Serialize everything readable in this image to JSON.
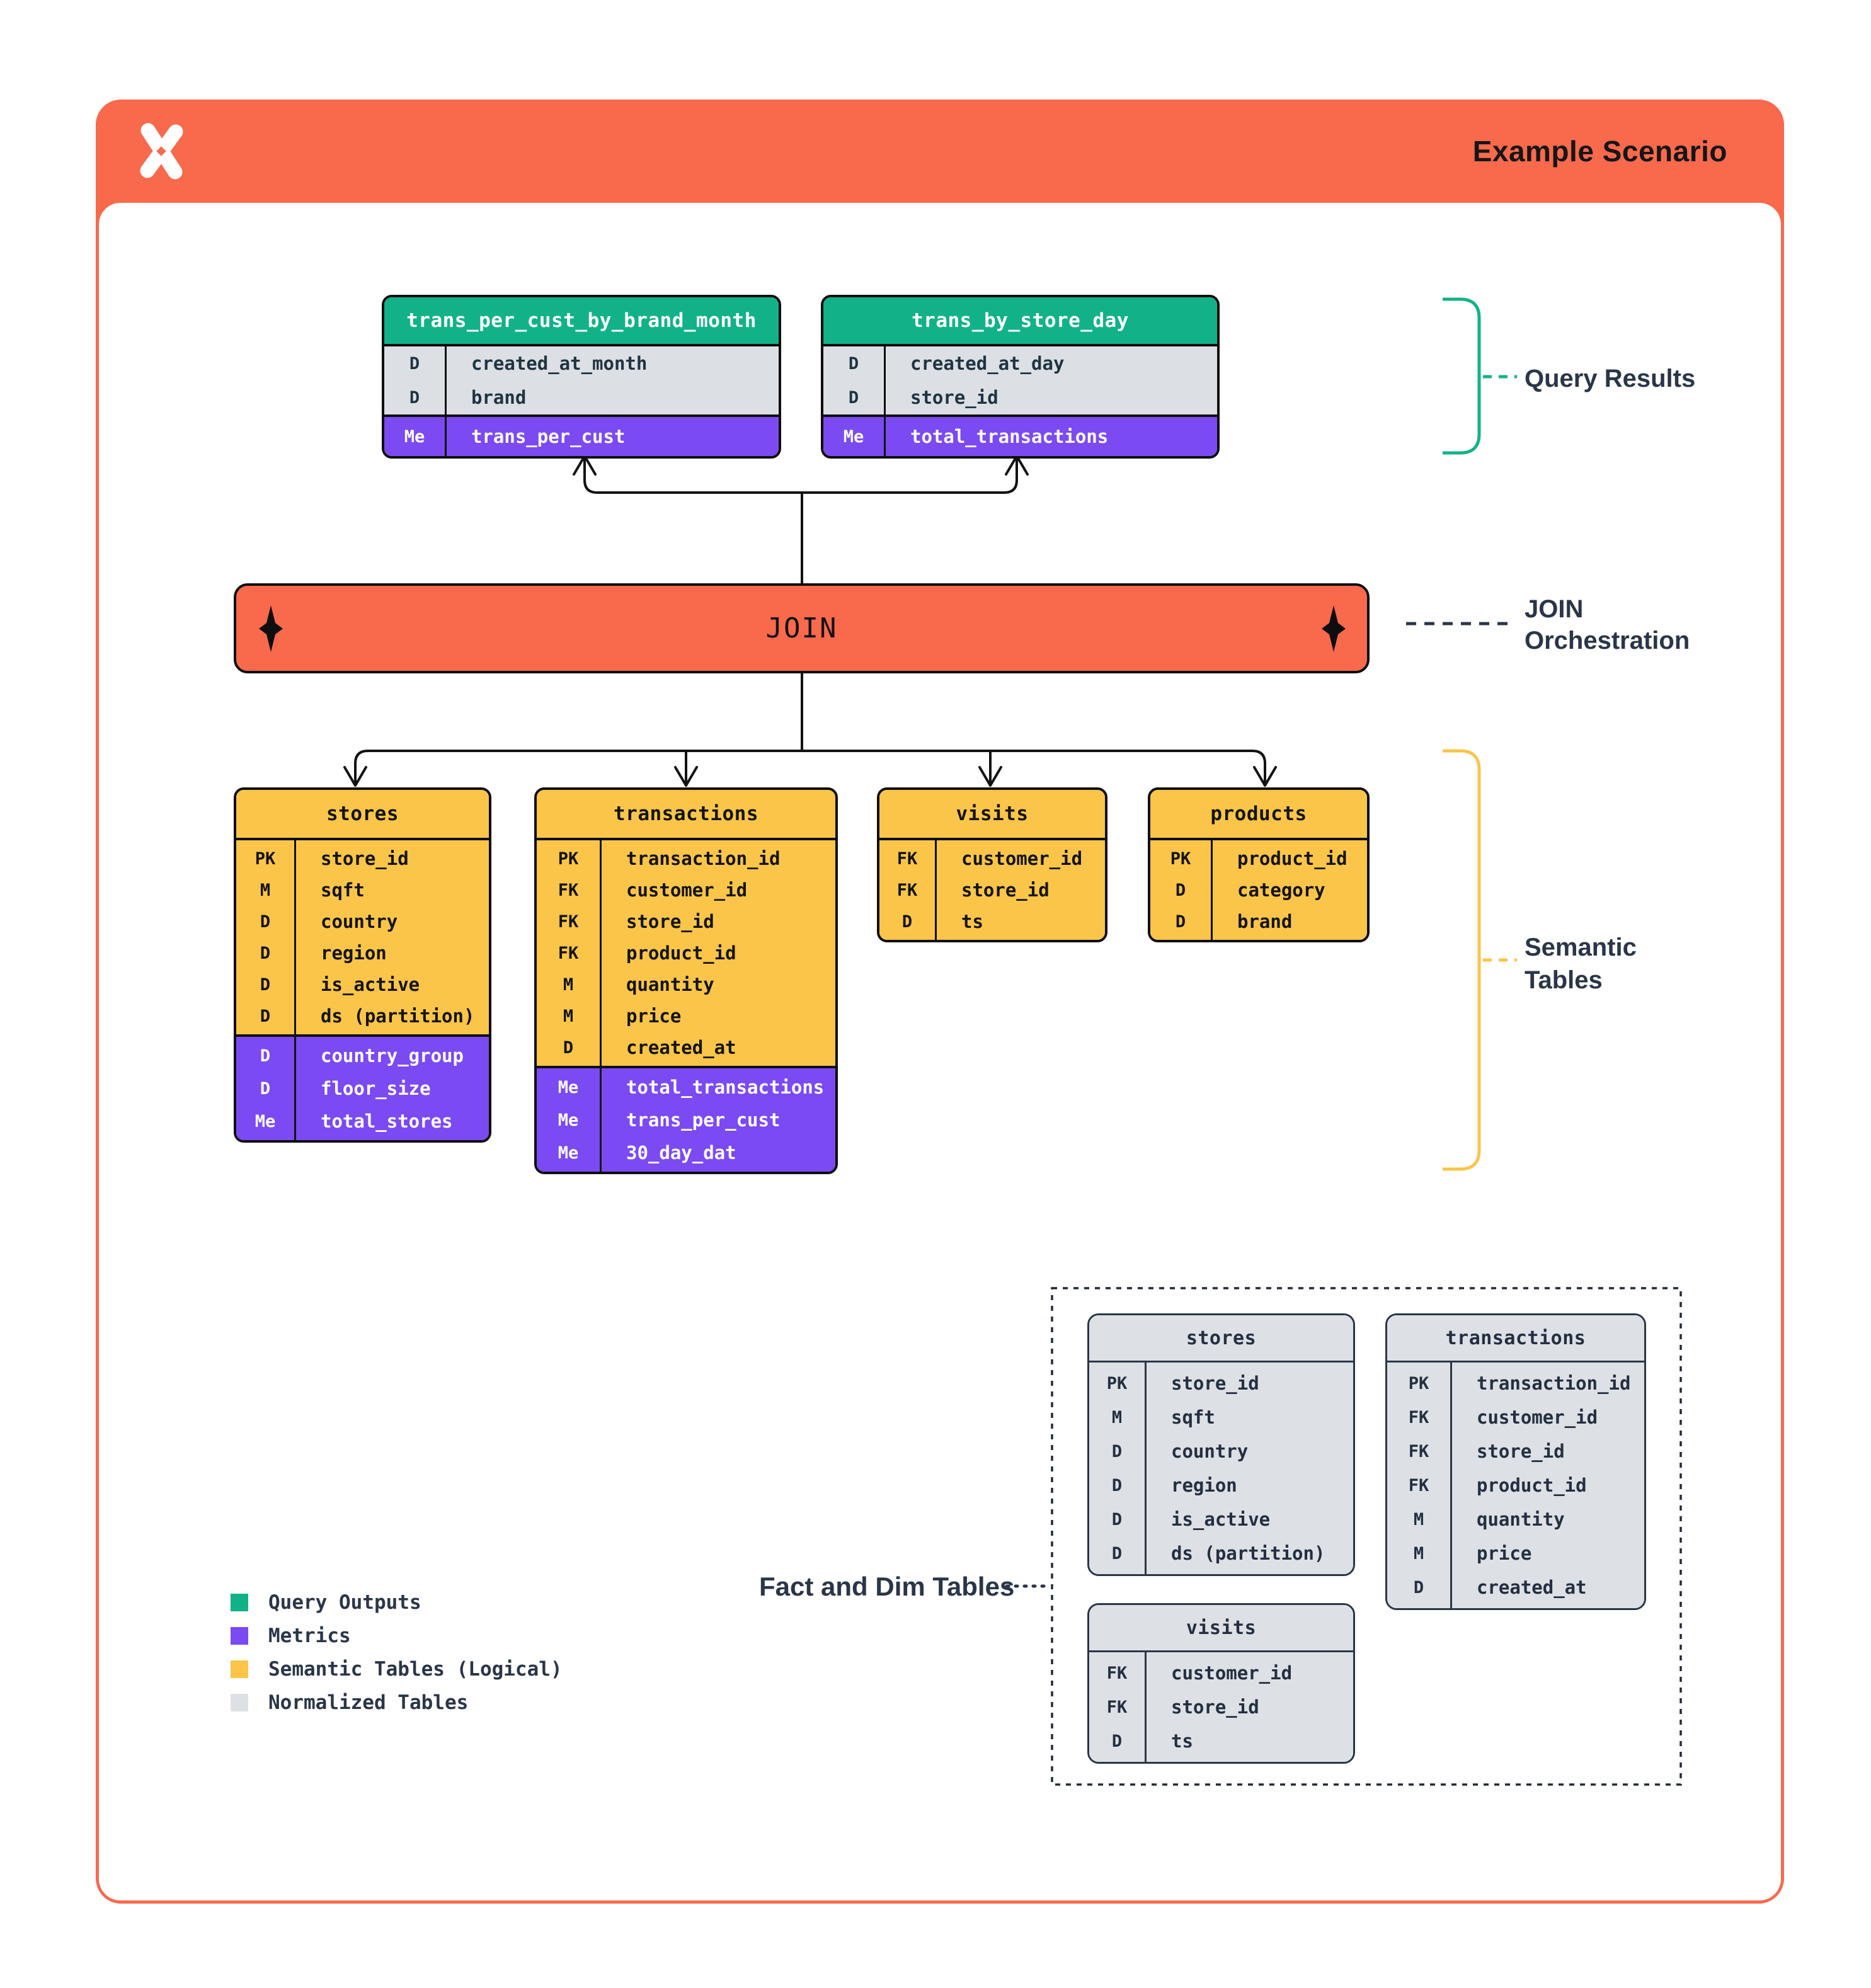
{
  "title": "Example Scenario",
  "join": {
    "label": "JOIN"
  },
  "annotations": {
    "query_results": "Query Results",
    "join_l1": "JOIN",
    "join_l2": "Orchestration",
    "semantic_l1": "Semantic",
    "semantic_l2": "Tables",
    "fact_dim": "Fact and Dim Tables"
  },
  "query_tables": [
    {
      "name": "trans_per_cust_by_brand_month",
      "cols": [
        {
          "k": "D",
          "v": "created_at_month"
        },
        {
          "k": "D",
          "v": "brand"
        }
      ],
      "metrics": [
        {
          "k": "Me",
          "v": "trans_per_cust"
        }
      ]
    },
    {
      "name": "trans_by_store_day",
      "cols": [
        {
          "k": "D",
          "v": "created_at_day"
        },
        {
          "k": "D",
          "v": "store_id"
        }
      ],
      "metrics": [
        {
          "k": "Me",
          "v": "total_transactions"
        }
      ]
    }
  ],
  "semantic_tables": [
    {
      "name": "stores",
      "cols": [
        {
          "k": "PK",
          "v": "store_id"
        },
        {
          "k": "M",
          "v": "sqft"
        },
        {
          "k": "D",
          "v": "country"
        },
        {
          "k": "D",
          "v": "region"
        },
        {
          "k": "D",
          "v": "is_active"
        },
        {
          "k": "D",
          "v": "ds (partition)"
        }
      ],
      "metrics": [
        {
          "k": "D",
          "v": "country_group"
        },
        {
          "k": "D",
          "v": "floor_size"
        },
        {
          "k": "Me",
          "v": "total_stores"
        }
      ]
    },
    {
      "name": "transactions",
      "cols": [
        {
          "k": "PK",
          "v": "transaction_id"
        },
        {
          "k": "FK",
          "v": "customer_id"
        },
        {
          "k": "FK",
          "v": "store_id"
        },
        {
          "k": "FK",
          "v": "product_id"
        },
        {
          "k": "M",
          "v": "quantity"
        },
        {
          "k": "M",
          "v": "price"
        },
        {
          "k": "D",
          "v": "created_at"
        }
      ],
      "metrics": [
        {
          "k": "Me",
          "v": "total_transactions"
        },
        {
          "k": "Me",
          "v": "trans_per_cust"
        },
        {
          "k": "Me",
          "v": "30_day_dat"
        }
      ]
    },
    {
      "name": "visits",
      "cols": [
        {
          "k": "FK",
          "v": "customer_id"
        },
        {
          "k": "FK",
          "v": "store_id"
        },
        {
          "k": "D",
          "v": "ts"
        }
      ],
      "metrics": []
    },
    {
      "name": "products",
      "cols": [
        {
          "k": "PK",
          "v": "product_id"
        },
        {
          "k": "D",
          "v": "category"
        },
        {
          "k": "D",
          "v": "brand"
        }
      ],
      "metrics": []
    }
  ],
  "normalized_tables": [
    {
      "name": "stores",
      "cols": [
        {
          "k": "PK",
          "v": "store_id"
        },
        {
          "k": "M",
          "v": "sqft"
        },
        {
          "k": "D",
          "v": "country"
        },
        {
          "k": "D",
          "v": "region"
        },
        {
          "k": "D",
          "v": "is_active"
        },
        {
          "k": "D",
          "v": "ds (partition)"
        }
      ],
      "metrics": []
    },
    {
      "name": "transactions",
      "cols": [
        {
          "k": "PK",
          "v": "transaction_id"
        },
        {
          "k": "FK",
          "v": "customer_id"
        },
        {
          "k": "FK",
          "v": "store_id"
        },
        {
          "k": "FK",
          "v": "product_id"
        },
        {
          "k": "M",
          "v": "quantity"
        },
        {
          "k": "M",
          "v": "price"
        },
        {
          "k": "D",
          "v": "created_at"
        }
      ],
      "metrics": []
    },
    {
      "name": "visits",
      "cols": [
        {
          "k": "FK",
          "v": "customer_id"
        },
        {
          "k": "FK",
          "v": "store_id"
        },
        {
          "k": "D",
          "v": "ts"
        }
      ],
      "metrics": []
    }
  ],
  "legend": [
    {
      "color": "#12B288",
      "label": "Query Outputs"
    },
    {
      "color": "#7B4AF2",
      "label": "Metrics"
    },
    {
      "color": "#FBC549",
      "label": "Semantic Tables (Logical)"
    },
    {
      "color": "#DDE1E5",
      "label": "Normalized Tables"
    }
  ],
  "colors": {
    "orange": "#F9694C",
    "green": "#12B288",
    "purple": "#7B4AF2",
    "yellow": "#FBC549",
    "gray_row": "#DCE0E5",
    "table_gray": "#DDE1E6",
    "gray_border": "#2A3646",
    "navy": "#2A3648",
    "ink": "#131313"
  }
}
